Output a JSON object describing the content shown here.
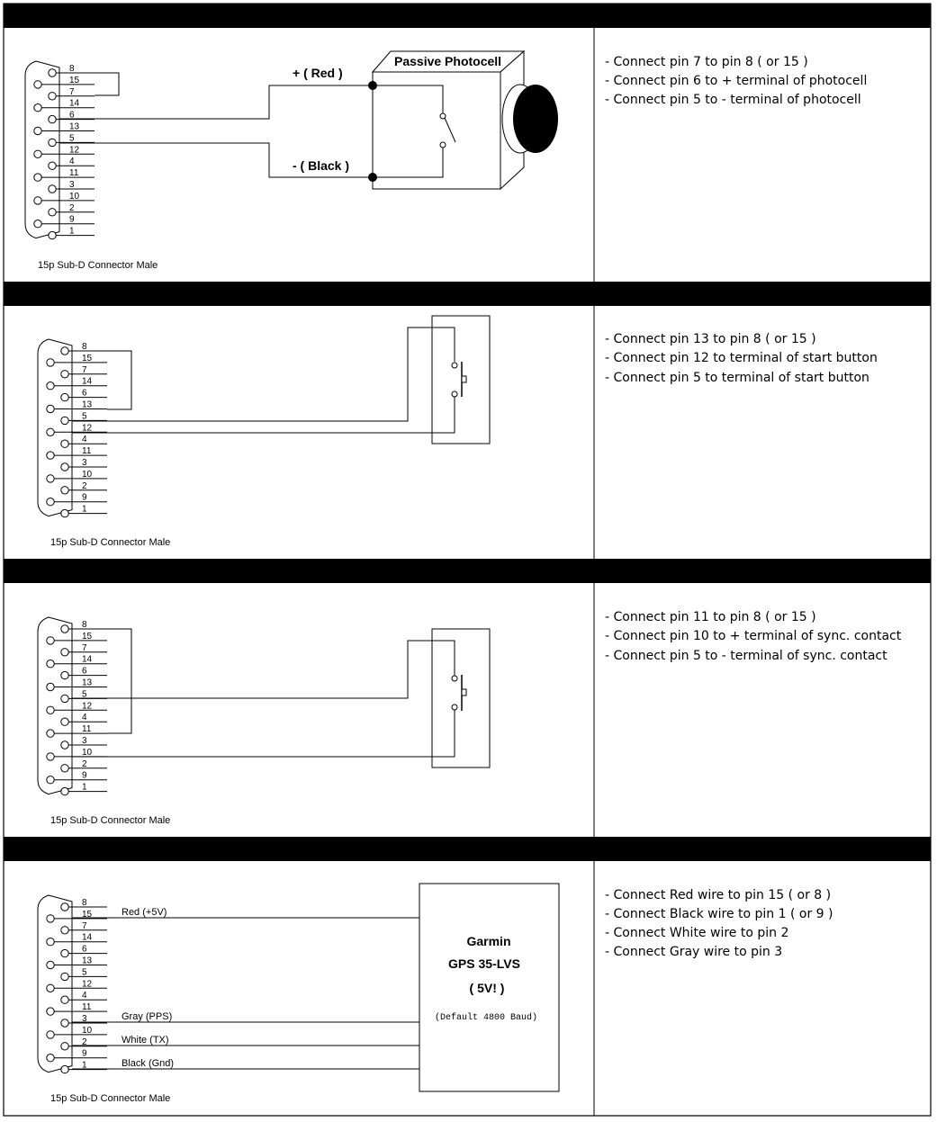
{
  "panels": [
    {
      "id": "photocell",
      "connector_caption": "15p Sub-D Connector Male",
      "wire_pos_label": "+ ( Red )",
      "wire_neg_label": "- ( Black )",
      "device_title": "Passive Photocell",
      "notes": [
        "- Connect pin 7 to pin 8 ( or 15 )",
        "- Connect pin 6 to + terminal of photocell",
        "- Connect pin 5 to - terminal of photocell"
      ]
    },
    {
      "id": "start-button",
      "connector_caption": "15p Sub-D Connector Male",
      "notes": [
        "- Connect pin 13 to pin 8 ( or 15 )",
        "- Connect pin 12 to terminal of start button",
        "- Connect pin 5 to terminal of start button"
      ]
    },
    {
      "id": "sync-contact",
      "connector_caption": "15p Sub-D Connector Male",
      "notes": [
        "- Connect pin 11 to pin 8 ( or 15 )",
        "- Connect pin 10 to + terminal of sync. contact",
        "- Connect pin 5 to - terminal of sync. contact"
      ]
    },
    {
      "id": "gps",
      "connector_caption": "15p Sub-D Connector Male",
      "wire_labels": {
        "red": "Red (+5V)",
        "gray": "Gray (PPS)",
        "white": "White (TX)",
        "black": "Black (Gnd)"
      },
      "device_lines": [
        "Garmin",
        "GPS 35-LVS",
        "( 5V! )"
      ],
      "device_note": "(Default 4800 Baud)",
      "notes": [
        "- Connect Red wire to pin 15 ( or 8 )",
        "- Connect Black wire to pin 1 ( or 9 )",
        "- Connect White wire to pin 2",
        "- Connect Gray wire to pin 3"
      ]
    }
  ],
  "pin_labels": [
    "8",
    "15",
    "7",
    "14",
    "6",
    "13",
    "5",
    "12",
    "4",
    "11",
    "3",
    "10",
    "2",
    "9",
    "1"
  ],
  "icons": {
    "connector": "db15-connector-icon",
    "photocell": "photocell-icon",
    "switch": "switch-contact-icon",
    "pushbutton": "pushbutton-icon"
  },
  "colors": {
    "line": "#000000",
    "band": "#000000",
    "background": "#ffffff"
  }
}
